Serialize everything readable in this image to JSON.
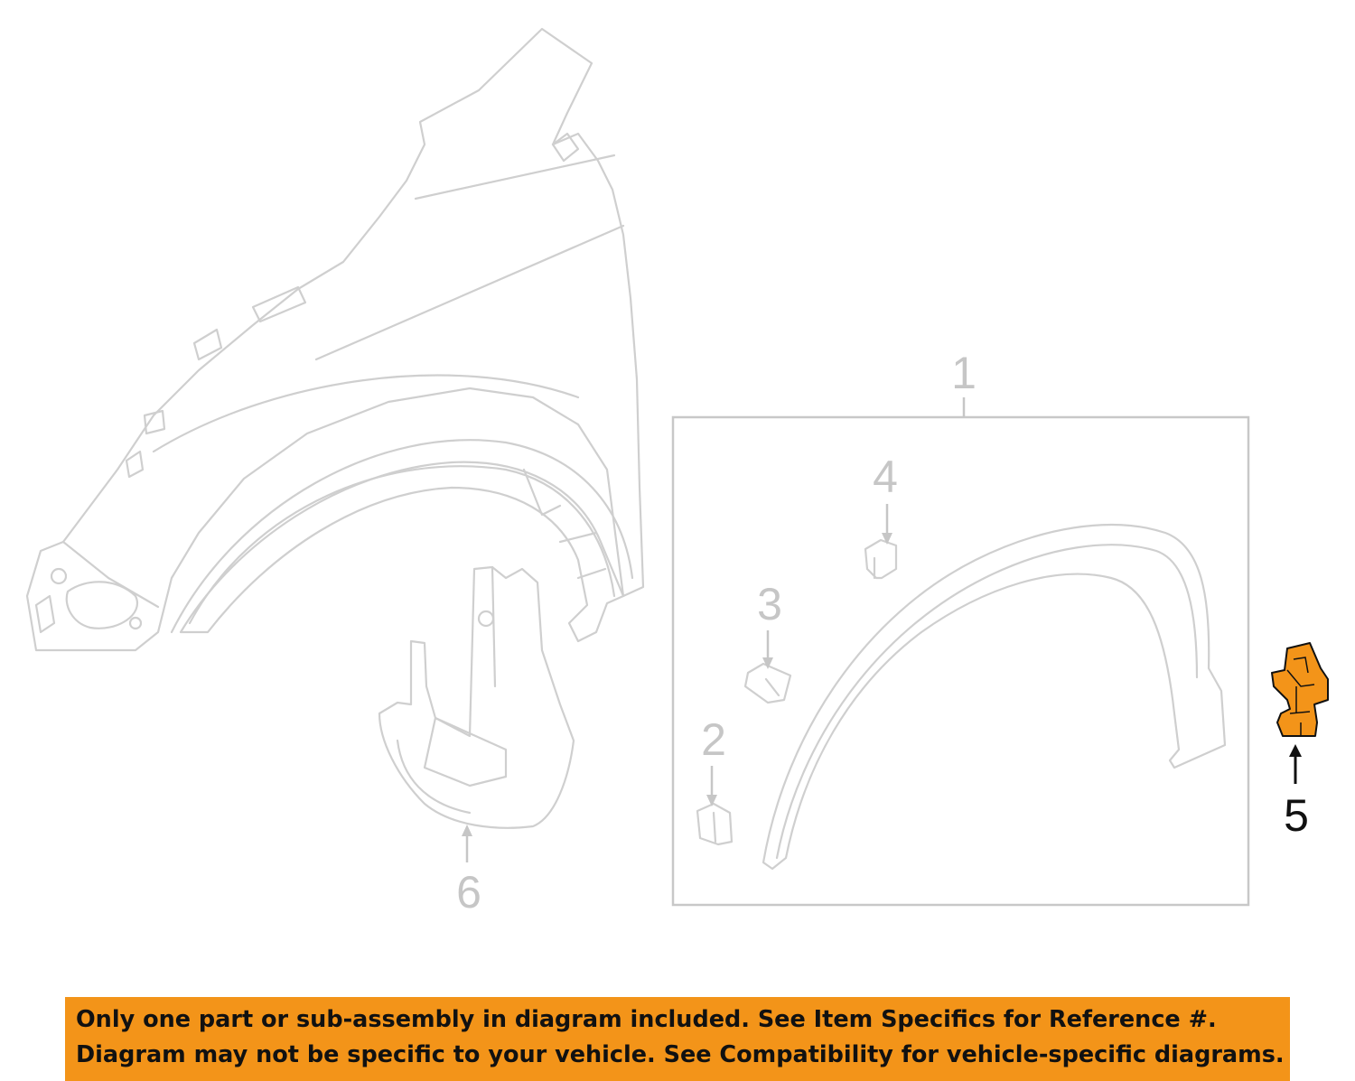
{
  "callouts": {
    "item1": "1",
    "item2": "2",
    "item3": "3",
    "item4": "4",
    "item5": "5",
    "item6": "6"
  },
  "highlighted_item": "5",
  "colors": {
    "highlight": "#f39419",
    "ghost_line": "#cfcfcf",
    "callout_grey": "#c6c6c6",
    "callout_dark": "#111111"
  },
  "banner": {
    "line1": "Only one part or sub-assembly in diagram included. See Item Specifics for Reference #.",
    "line2": "Diagram may not be specific to your vehicle. See Compatibility for vehicle-specific diagrams."
  }
}
